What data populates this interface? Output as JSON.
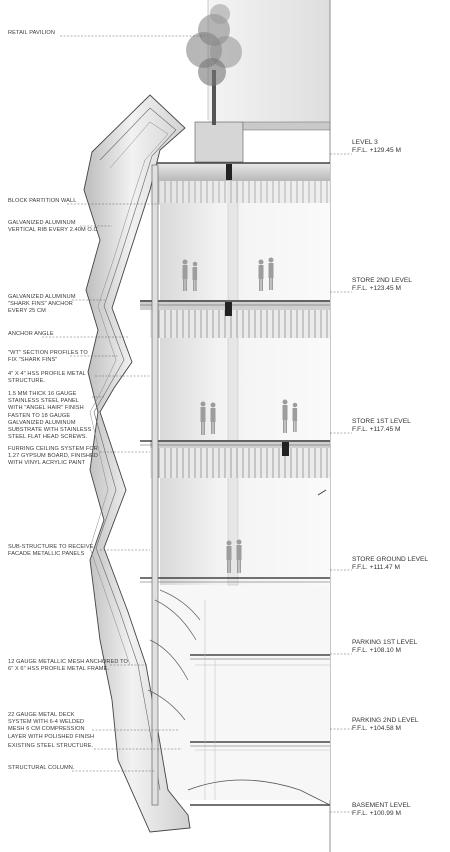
{
  "annotations": [
    {
      "id": "retail-pavilion",
      "text": "RETAIL PAVILION"
    },
    {
      "id": "block-partition-wall",
      "text": "BLOCK PARTITION WALL"
    },
    {
      "id": "galv-rib",
      "text": "GALVANIZED ALUMINUM\nVERTICAL RIB EVERY 2.40M O.C"
    },
    {
      "id": "galv-anchor",
      "text": "GALVANIZED ALUMINUM\n\"SHARK FINS\" ANCHOR\nEVERY 25 CM"
    },
    {
      "id": "anchor-angle",
      "text": "ANCHOR ANGLE"
    },
    {
      "id": "wt-section",
      "text": "\"WT\" SECTION PROFILES TO\nFIX \"SHARK FINS\""
    },
    {
      "id": "hss-profile",
      "text": "4\" X 4\" HSS PROFILE METAL\nSTRUCTURE."
    },
    {
      "id": "steel-panel",
      "text": "1.5 MM THICK 16 GAUGE\nSTAINLESS STEEL PANEL\nWITH \"ANGEL HAIR\" FINISH\nFASTEN TO 18 GAUGE\nGALVANIZED ALUMINUM\nSUBSTRATE WITH STAINLESS\nSTEEL FLAT HEAD SCREWS."
    },
    {
      "id": "furring-ceiling",
      "text": "FURRING CEILING SYSTEM FOR\n1.27 GYPSUM BOARD, FINISHED\nWITH VINYL ACRYLIC PAINT"
    },
    {
      "id": "sub-structure",
      "text": "SUB-STRUCTURE TO RECEIVE\nFACADE METALLIC PANELS"
    },
    {
      "id": "mesh-anchored",
      "text": "12 GAUGE METALLIC MESH ANCHORED TO\n6\" X 6\" HSS PROFILE METAL FRAME."
    },
    {
      "id": "metal-deck",
      "text": "22 GAUGE METAL DECK\nSYSTEM WITH 6-4 WELDED\nMESH 6 CM COMPRESSION\nLAYER WITH POLISHED FINISH"
    },
    {
      "id": "existing-steel",
      "text": "EXISTING STEEL STRUCTURE."
    },
    {
      "id": "structural-column",
      "text": "STRUCTURAL COLUMN."
    }
  ],
  "levels": [
    {
      "id": "level-3",
      "name": "LEVEL 3",
      "ffl": "F.F.L. +129.45 m"
    },
    {
      "id": "store-2nd",
      "name": "STORE 2ND LEVEL",
      "ffl": "F.F.L. +123.45 m"
    },
    {
      "id": "store-1st",
      "name": "STORE 1ST LEVEL",
      "ffl": "F.F.L. +117.45 m"
    },
    {
      "id": "store-ground",
      "name": "STORE GROUND LEVEL",
      "ffl": "F.F.L. +111.47 m"
    },
    {
      "id": "parking-1st",
      "name": "PARKING 1ST LEVEL",
      "ffl": "F.F.L. +108.10 m"
    },
    {
      "id": "parking-2nd",
      "name": "PARKING 2ND LEVEL",
      "ffl": "F.F.L. +104.58 m"
    },
    {
      "id": "basement",
      "name": "BASEMENT LEVEL",
      "ffl": "F.F.L. +100.99 m"
    }
  ]
}
